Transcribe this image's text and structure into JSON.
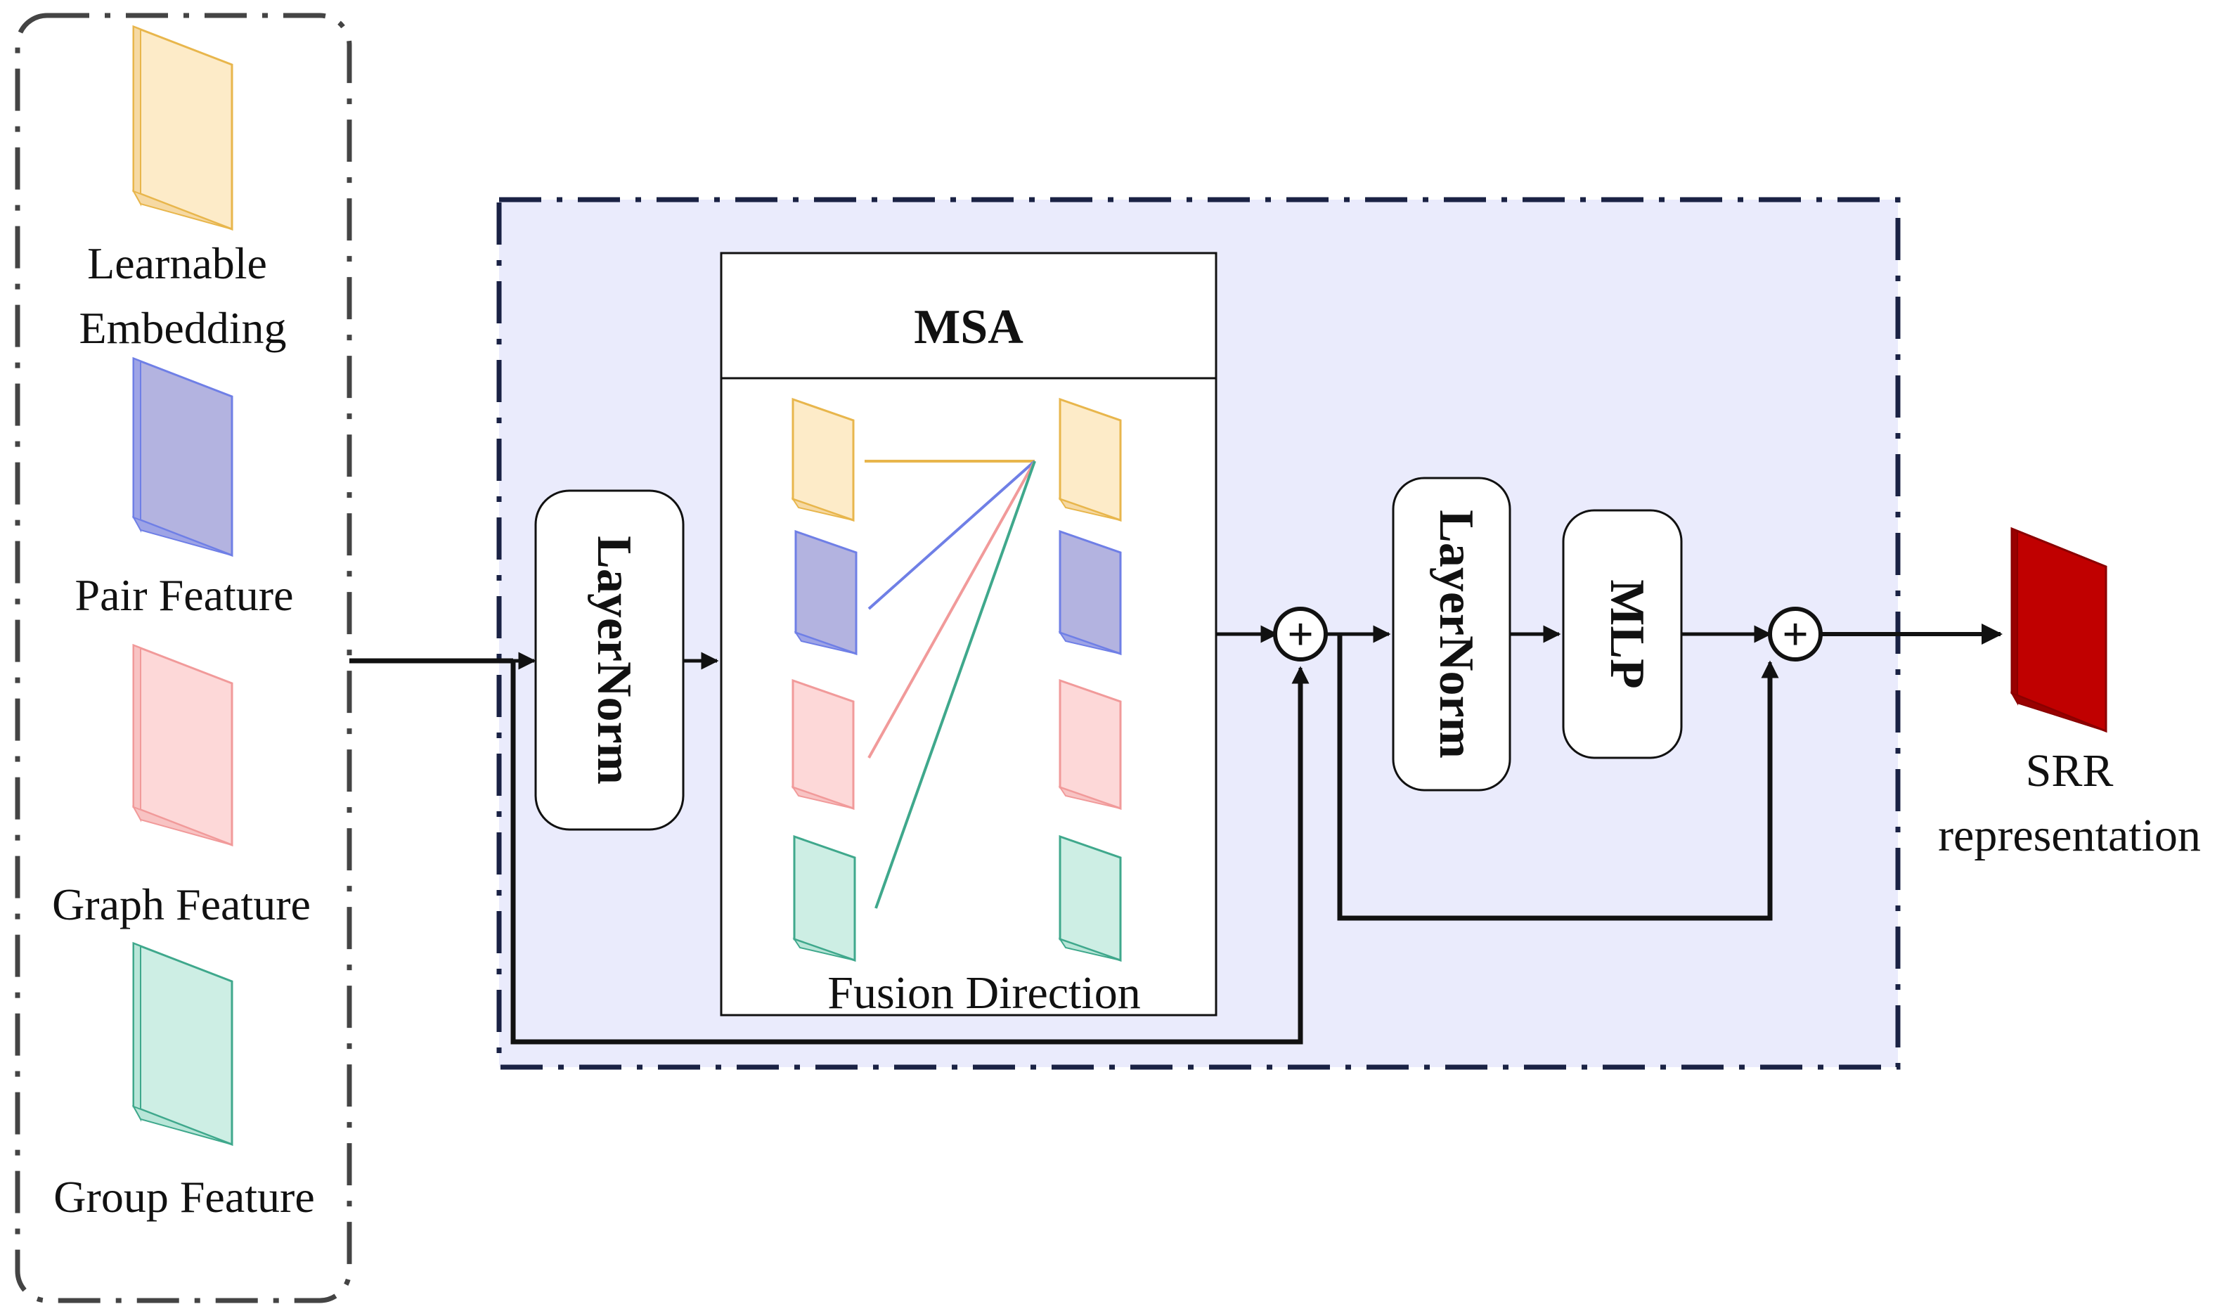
{
  "legend": {
    "items": [
      {
        "id": "learnable",
        "label_lines": [
          "Learnable",
          "Embedding"
        ],
        "color": "#fdebc8",
        "edge": "#e8b64c"
      },
      {
        "id": "pair",
        "label_lines": [
          "Pair Feature"
        ],
        "color": "#b3b3e0",
        "edge": "#6f7fe6"
      },
      {
        "id": "graph",
        "label_lines": [
          "Graph Feature"
        ],
        "color": "#fdd8d8",
        "edge": "#f19a9a"
      },
      {
        "id": "group",
        "label_lines": [
          "Group Feature"
        ],
        "color": "#cdeee4",
        "edge": "#3fa88c"
      }
    ]
  },
  "encoder": {
    "background": "#eaebfc",
    "layernorm1": "LayerNorm",
    "msa_title": "MSA",
    "fusion_label": "Fusion Direction",
    "layernorm2": "LayerNorm",
    "mlp": "MLP",
    "add_symbol": "+"
  },
  "output": {
    "label_lines": [
      "SRR",
      "representation"
    ],
    "color": "#c00000"
  }
}
